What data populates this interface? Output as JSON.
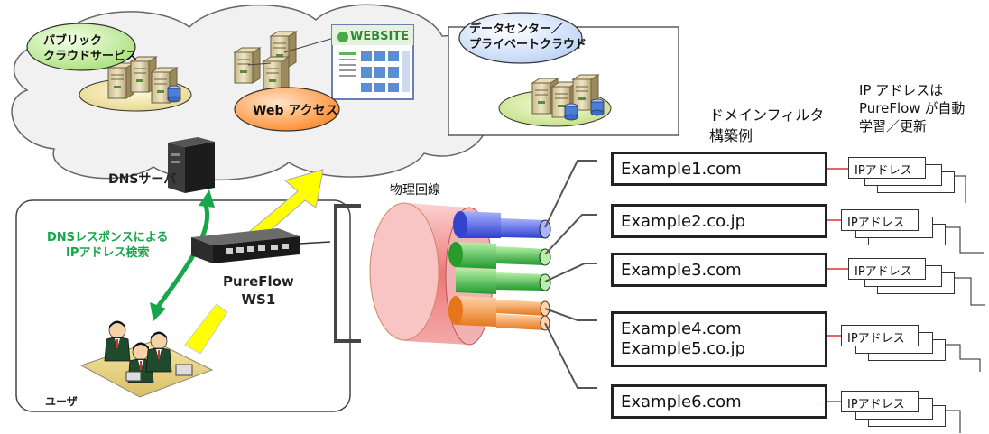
{
  "labels": {
    "public_cloud": [
      "パブリック",
      "クラウドサービス"
    ],
    "data_center": [
      "データセンター／",
      "プライベートクラウド"
    ],
    "web_access": "Web アクセス",
    "website_logo": "WEBSITE",
    "dns_server": "DNSサーバ",
    "dns_response": [
      "DNSレスポンスによる",
      "IPアドレス検索"
    ],
    "pureflow": [
      "PureFlow",
      "WS1"
    ],
    "user": "ユーザ",
    "physical_line": "物理回線",
    "domain_filter": [
      "ドメインフィルタ",
      "構築例"
    ],
    "ip_note": [
      "IP アドレスは",
      "PureFlow が自動",
      "学習／更新"
    ]
  },
  "domains": [
    {
      "lines": [
        "Example1.com"
      ]
    },
    {
      "lines": [
        "Example2.co.jp"
      ]
    },
    {
      "lines": [
        "Example3.com"
      ]
    },
    {
      "lines": [
        "Example4.com",
        "Example5.co.jp"
      ]
    },
    {
      "lines": [
        "Example6.com"
      ]
    }
  ],
  "ip_label": "IPアドレス",
  "colors": {
    "cloud_fill": "#f2f2f2",
    "cloud_stroke": "#555555",
    "public_cloud_bubble": "#d9f2c0",
    "web_access_bubble": "#ff9a4d",
    "data_center_bubble": "#e4eefc",
    "dns_green": "#17a64a",
    "arrow_yellow": "#ffff00",
    "cable_outer": "#f5a3a3",
    "cable_blue": "#3b4dd8",
    "cable_green": "#2fae3a",
    "cable_orange": "#f28a2e",
    "connector_red": "#e03030"
  }
}
